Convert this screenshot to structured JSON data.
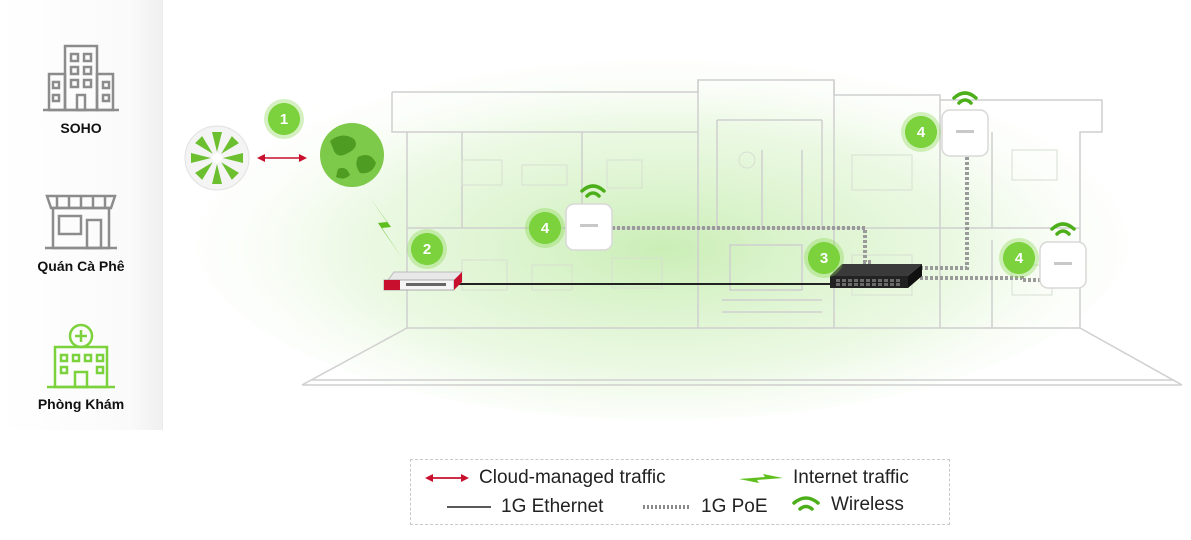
{
  "sidebar": {
    "items": [
      {
        "label": "SOHO",
        "icon": "office-building-icon"
      },
      {
        "label": "Quán Cà Phê",
        "icon": "storefront-icon"
      },
      {
        "label": "Phòng Khám",
        "icon": "clinic-icon"
      }
    ]
  },
  "diagram": {
    "badges": [
      "1",
      "2",
      "3",
      "4",
      "4",
      "4"
    ]
  },
  "legend": {
    "cloud": "Cloud-managed traffic",
    "internet": "Internet traffic",
    "ethernet": "1G Ethernet",
    "poe": "1G PoE",
    "wireless": "Wireless"
  },
  "colors": {
    "accent_green": "#7bd23c",
    "cloud_red": "#c8102e",
    "icon_gray": "#8c8c8c"
  }
}
